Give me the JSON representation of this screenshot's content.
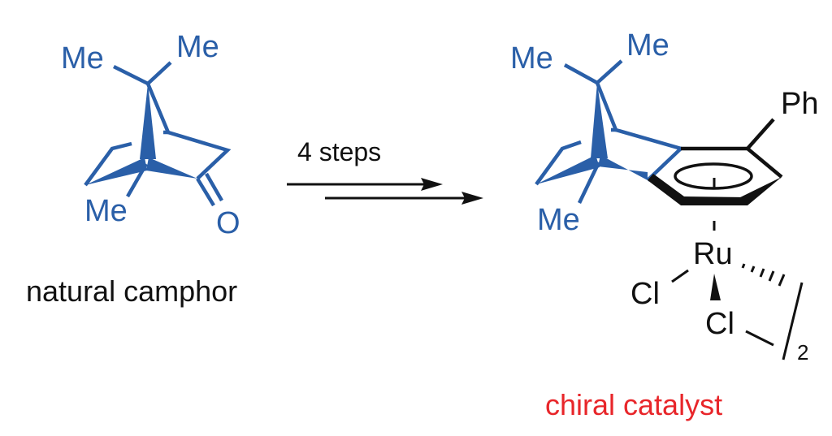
{
  "colors": {
    "structure": "#2a5fa8",
    "metal_complex": "#111111",
    "highlight": "#e8262a"
  },
  "reactant": {
    "labels": {
      "me_top_left": "Me",
      "me_top_right": "Me",
      "me_bottom": "Me",
      "oxygen": "O"
    },
    "caption": "natural camphor"
  },
  "reaction": {
    "conditions": "4 steps"
  },
  "product": {
    "labels": {
      "me_top_left": "Me",
      "me_top_right": "Me",
      "me_bottom": "Me",
      "phenyl": "Ph",
      "metal": "Ru",
      "chloride_1": "Cl",
      "chloride_2": "Cl",
      "dimer_subscript": "2"
    },
    "caption": "chiral catalyst"
  }
}
